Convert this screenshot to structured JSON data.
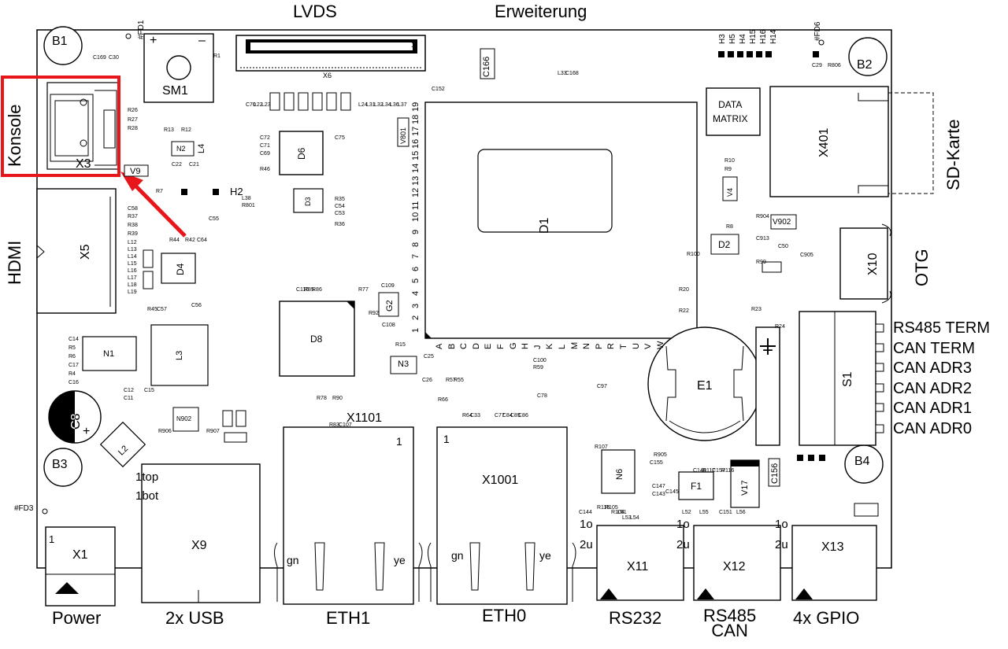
{
  "top_labels": {
    "lvds": "LVDS",
    "erweiterung": "Erweiterung"
  },
  "side_labels": {
    "konsole": "Konsole",
    "hdmi": "HDMI",
    "sd_karte": "SD-Karte",
    "otg": "OTG"
  },
  "switch_labels": [
    "RS485 TERM",
    "CAN TERM",
    "CAN ADR3",
    "CAN ADR2",
    "CAN ADR1",
    "CAN ADR0"
  ],
  "bottom_labels": {
    "power": "Power",
    "usb": "2x USB",
    "eth1": "ETH1",
    "eth0": "ETH0",
    "rs232": "RS232",
    "rs485_can": "RS485\nCAN",
    "gpio": "4x GPIO"
  },
  "components": {
    "b1": "B1",
    "b2": "B2",
    "b3": "B3",
    "b4": "B4",
    "sm1": "SM1",
    "x6": "X6",
    "x3": "X3",
    "x5": "X5",
    "x401": "X401",
    "x10": "X10",
    "d1": "D1",
    "d2": "D2",
    "d3": "D3",
    "d4": "D4",
    "d6": "D6",
    "d8": "D8",
    "e1": "E1",
    "s1": "S1",
    "n1": "N1",
    "n2": "N2",
    "n3": "N3",
    "n6": "N6",
    "n902": "N902",
    "l2": "L2",
    "l3": "L3",
    "l4": "L4",
    "c8": "C8",
    "f1": "F1",
    "g2": "G2",
    "v9": "V9",
    "v17": "V17",
    "v801": "V801",
    "v902": "V902",
    "v4": "V4",
    "x1": "X1",
    "x9": "X9",
    "x1101": "X1101",
    "x1001": "X1001",
    "x11": "X11",
    "x12": "X12",
    "x13": "X13",
    "c156": "C156",
    "c166": "C166",
    "data_matrix": "DATA\nMATRIX",
    "fd1": "#FD1",
    "fd3": "#FD3",
    "fd6": "#FD6",
    "h2": "H2",
    "h_labels": [
      "H3",
      "H5",
      "H4",
      "H15",
      "H16",
      "H14"
    ],
    "top1": "1top",
    "bot1": "1bot",
    "gn": "gn",
    "ye": "ye",
    "pin1": "1",
    "io": "1o",
    "du": "2u",
    "plus": "+",
    "minus": "–"
  },
  "pin_rows": [
    "19",
    "18",
    "17",
    "16",
    "15",
    "14",
    "13",
    "12",
    "11",
    "10",
    "9",
    "8",
    "7",
    "6",
    "5",
    "4",
    "3",
    "2",
    "1"
  ],
  "pin_cols": [
    "A",
    "B",
    "C",
    "D",
    "E",
    "F",
    "G",
    "H",
    "J",
    "K",
    "L",
    "M",
    "N",
    "P",
    "R",
    "T",
    "U",
    "V",
    "W"
  ],
  "colors": {
    "highlight": "#e8161b",
    "ink": "#000000"
  },
  "small_refs": [
    "R26",
    "R27",
    "R28",
    "R13",
    "R12",
    "C22",
    "C21",
    "R7",
    "C58",
    "R37",
    "R38",
    "R39",
    "L12",
    "L13",
    "L14",
    "L15",
    "L16",
    "L17",
    "L18",
    "L19",
    "R44",
    "R42",
    "C64",
    "C55",
    "C72",
    "C71",
    "C69",
    "R46",
    "C75",
    "R35",
    "C54",
    "C53",
    "R36",
    "C14",
    "R5",
    "R6",
    "C17",
    "R4",
    "C16",
    "C12",
    "C11",
    "C15",
    "R906",
    "R907",
    "R45",
    "C57",
    "C56",
    "R78",
    "R90",
    "R83",
    "C107",
    "C110",
    "R85",
    "R86",
    "R77",
    "C109",
    "R92",
    "C108",
    "R15",
    "C25",
    "C26",
    "R57",
    "R55",
    "R66",
    "R64",
    "C33",
    "C77",
    "C84",
    "C85",
    "C86",
    "C78",
    "C100",
    "R59",
    "C97",
    "R107",
    "R100",
    "R20",
    "R22",
    "R23",
    "R24",
    "R10",
    "R9",
    "R8",
    "C50",
    "C905",
    "R99",
    "C913",
    "R904",
    "R905",
    "C155",
    "C147",
    "C143",
    "C144",
    "C145",
    "C146",
    "R117",
    "C157",
    "R116",
    "R115",
    "R105",
    "R104",
    "L51",
    "L53",
    "L54",
    "L52",
    "L55",
    "C151",
    "L56",
    "C152",
    "L33",
    "C168",
    "C169",
    "C30",
    "R1",
    "C70",
    "L22",
    "L23",
    "L24",
    "L31",
    "L32",
    "L34",
    "L36",
    "L37",
    "L38",
    "R801",
    "R806",
    "C29",
    "R11"
  ]
}
